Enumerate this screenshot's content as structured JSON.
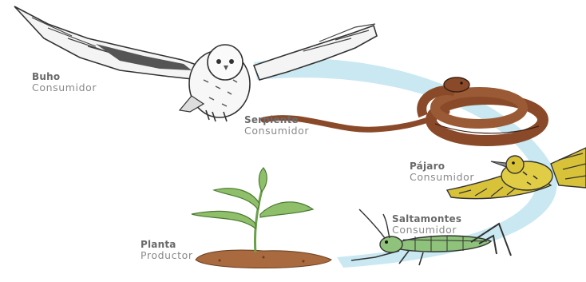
{
  "organisms": [
    {
      "id": "buho",
      "name": "Buho",
      "role": "Consumidor",
      "icon": "owl-icon"
    },
    {
      "id": "serpiente",
      "name": "Serpiente",
      "role": "Consumidor",
      "icon": "snake-icon"
    },
    {
      "id": "pajaro",
      "name": "Pájaro",
      "role": "Consumidor",
      "icon": "bird-icon"
    },
    {
      "id": "saltamontes",
      "name": "Saltamontes",
      "role": "Consumidor",
      "icon": "grasshopper-icon"
    },
    {
      "id": "planta",
      "name": "Planta",
      "role": "Productor",
      "icon": "plant-icon"
    }
  ],
  "colors": {
    "arc": "#c9e8f2",
    "snake": "#8a4a2a",
    "bird": "#d8c23a",
    "grasshopper": "#8fc27a",
    "leaf": "#8fbf6a",
    "soil": "#a86a3e",
    "label_name": "#6a6a6a",
    "label_role": "#8a8a8a"
  }
}
